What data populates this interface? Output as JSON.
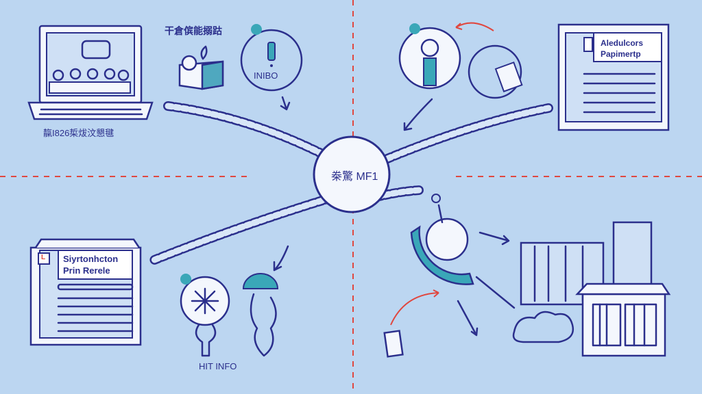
{
  "center": {
    "label": "桊驚 MF1"
  },
  "top_left": {
    "laptop_caption": "靝I826梊炦汶懇毽",
    "heading": "干倉傧能搦跍",
    "circle_label": "INIBO"
  },
  "top_right": {
    "panel_line1": "Aledulcors",
    "panel_line2": "Papimertp"
  },
  "bottom_left": {
    "panel_line1": "Siyrtonhcton",
    "panel_line2": "Prin Rerele",
    "panel_badge": "L",
    "caption": "HIT INFO"
  },
  "colors": {
    "background": "#bcd6f1",
    "ink": "#2b2f8c",
    "accent_red": "#e0473f",
    "teal": "#3aa7b8"
  }
}
